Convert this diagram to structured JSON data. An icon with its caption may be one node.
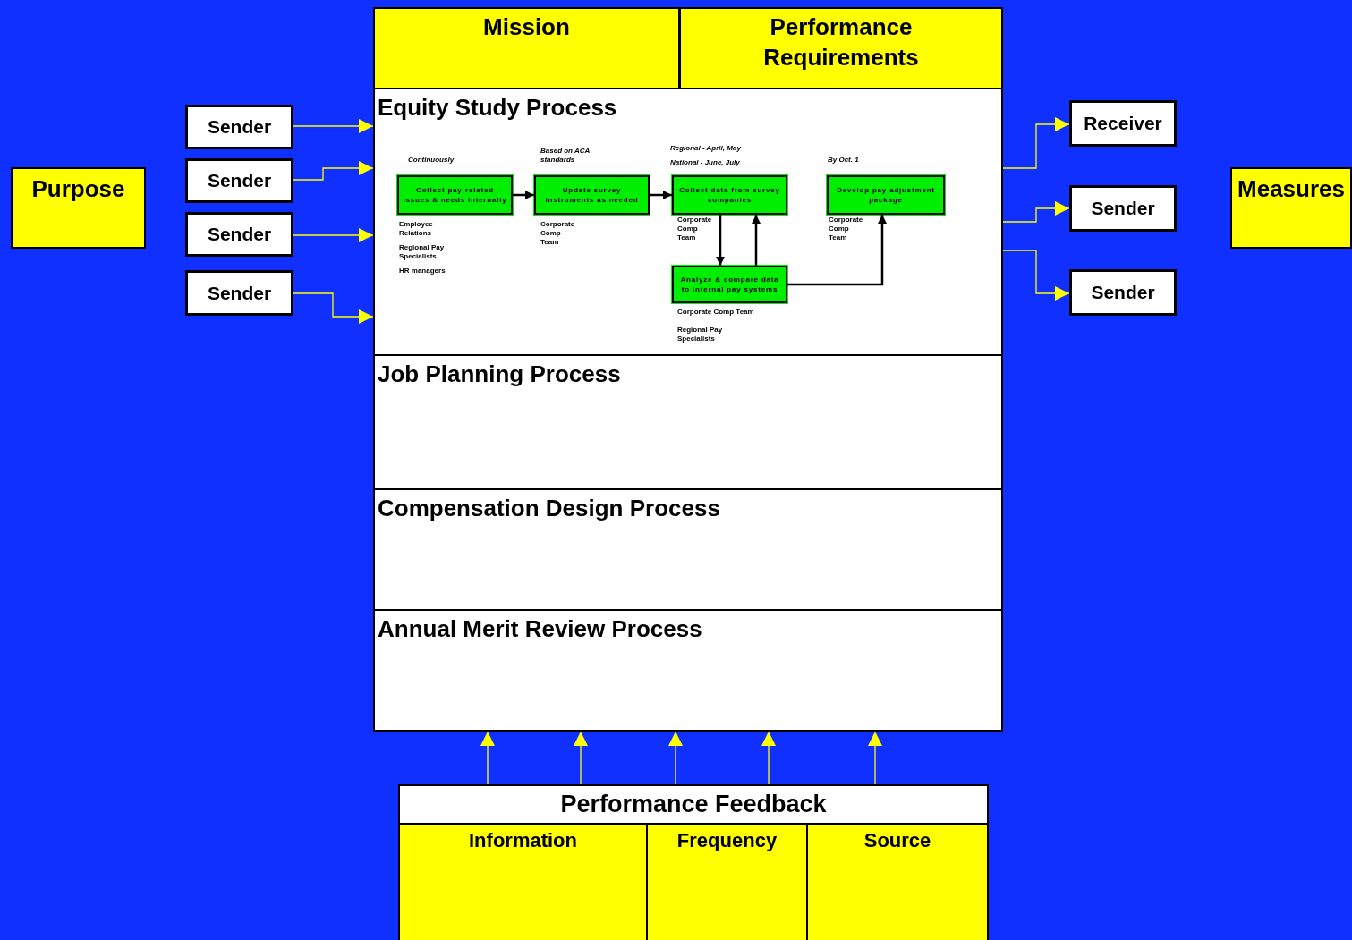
{
  "diagram": {
    "nodes": [
      {
        "text": [
          "Purpose"
        ]
      },
      {
        "text": [
          "Sender"
        ]
      },
      {
        "text": [
          "Sender"
        ]
      },
      {
        "text": [
          "Sender"
        ]
      },
      {
        "text": [
          "Sender"
        ]
      },
      {
        "text": [
          "Mission"
        ]
      },
      {
        "text": [
          "Performance Requirements"
        ]
      },
      {
        "text": [
          "Equity Study Process"
        ]
      },
      {
        "text": [
          "Collect pay-related issues & needs internally"
        ],
        "in": 7,
        "beside": [
          "Continuously",
          "Employee Relations",
          "Regional Pay Specialists",
          "HR managers"
        ]
      },
      {
        "text": [
          "Update survey instruments as needed"
        ],
        "in": 7,
        "beside": [
          "Based on ACA standards",
          "Corporate Comp Team"
        ]
      },
      {
        "text": [
          "Collect data from survey companies"
        ],
        "in": 7,
        "beside": [
          "Regional - April, May",
          "National - June, July",
          "Corporate Comp Team"
        ]
      },
      {
        "text": [
          "Develop pay adjustment package"
        ],
        "in": 7,
        "beside": [
          "By Oct. 1",
          "Corporate Comp Team"
        ]
      },
      {
        "text": [
          "Analyze & compare data to internal pay systems"
        ],
        "in": 7,
        "beside": [
          "Corporate Comp Team",
          "Regional Pay Specialists"
        ]
      },
      {
        "text": [
          "Job Planning Process"
        ]
      },
      {
        "text": [
          "Compensation Design Process"
        ]
      },
      {
        "text": [
          "Annual Merit Review Process"
        ]
      },
      {
        "text": [
          "Receiver"
        ]
      },
      {
        "text": [
          "Sender"
        ]
      },
      {
        "text": [
          "Sender"
        ]
      },
      {
        "text": [
          "Measures"
        ]
      },
      {
        "text": [
          "Performance Feedback"
        ]
      },
      {
        "text": [
          "Information"
        ]
      },
      {
        "text": [
          "Frequency"
        ]
      },
      {
        "text": [
          "Source"
        ]
      }
    ],
    "edges": [
      {
        "from": 1,
        "to": 7,
        "arrow": "to"
      },
      {
        "from": 2,
        "to": 7,
        "arrow": "to"
      },
      {
        "from": 3,
        "to": 7,
        "arrow": "to"
      },
      {
        "from": 4,
        "to": 7,
        "arrow": "to"
      },
      {
        "from": 7,
        "to": 16,
        "arrow": "to"
      },
      {
        "from": 7,
        "to": 17,
        "arrow": "to"
      },
      {
        "from": 7,
        "to": 18,
        "arrow": "to"
      },
      {
        "from": 20,
        "to": 15,
        "arrow": "to"
      },
      {
        "from": 20,
        "to": 15,
        "arrow": "to"
      },
      {
        "from": 20,
        "to": 15,
        "arrow": "to"
      },
      {
        "from": 20,
        "to": 15,
        "arrow": "to"
      },
      {
        "from": 20,
        "to": 15,
        "arrow": "to"
      },
      {
        "from": 8,
        "to": 9,
        "arrow": "to",
        "color": "#000000"
      },
      {
        "from": 9,
        "to": 10,
        "arrow": "to",
        "color": "#000000"
      },
      {
        "from": 10,
        "to": 12,
        "arrow": "to",
        "color": "#000000"
      },
      {
        "from": 12,
        "to": 10,
        "arrow": "to",
        "color": "#000000"
      },
      {
        "from": 12,
        "to": 11,
        "arrow": "to",
        "color": "#000000"
      }
    ]
  }
}
